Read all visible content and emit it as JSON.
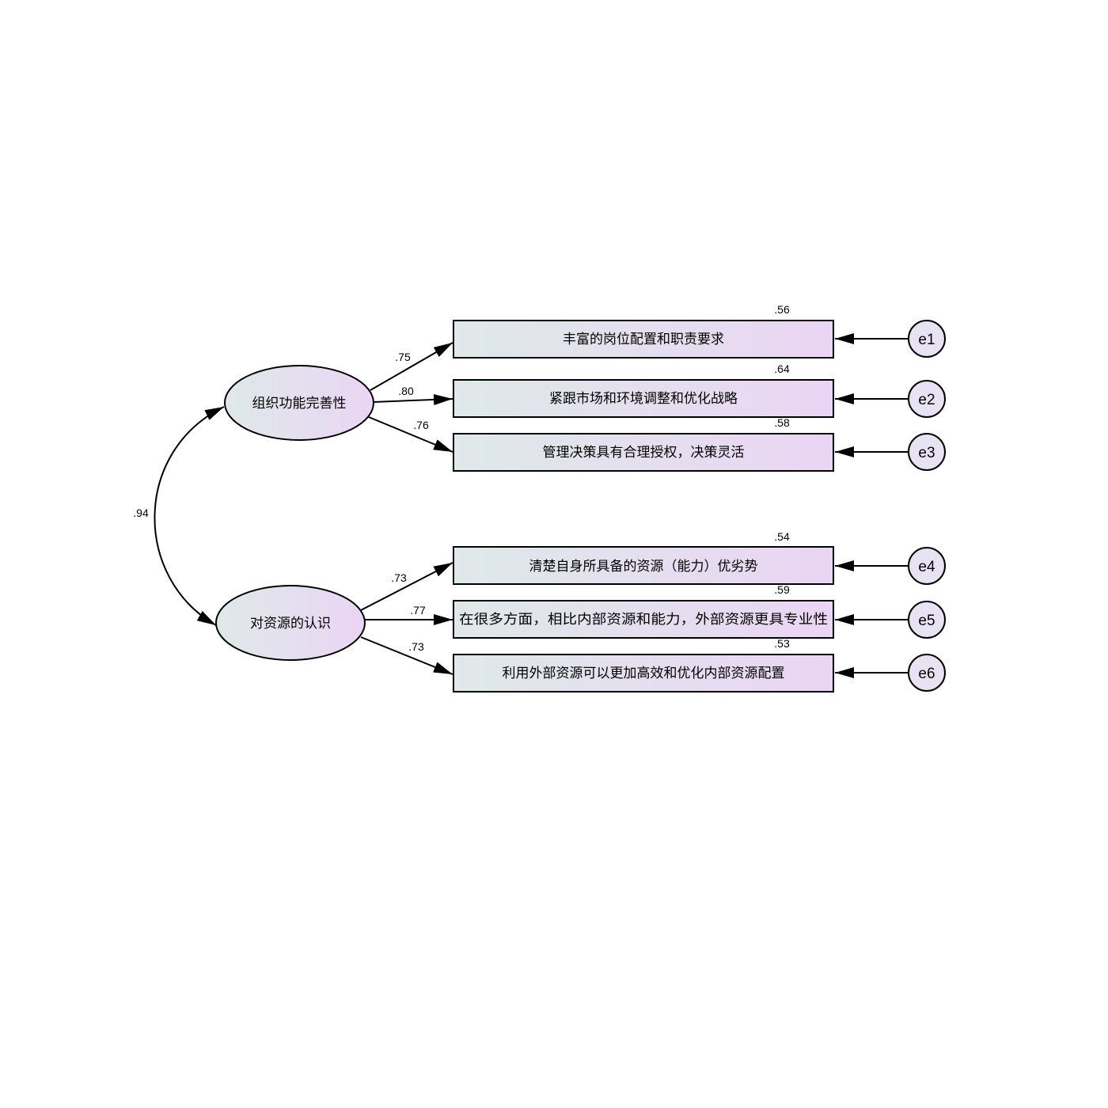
{
  "latents": [
    {
      "id": "F1",
      "label": "组织功能完善性"
    },
    {
      "id": "F2",
      "label": "对资源的认识"
    }
  ],
  "correlation": {
    "value": ".94"
  },
  "indicators": [
    {
      "label": "丰富的岗位配置和职责要求",
      "loading": ".75",
      "r2": ".56",
      "error": "e1"
    },
    {
      "label": "紧跟市场和环境调整和优化战略",
      "loading": ".80",
      "r2": ".64",
      "error": "e2"
    },
    {
      "label": "管理决策具有合理授权，决策灵活",
      "loading": ".76",
      "r2": ".58",
      "error": "e3"
    },
    {
      "label": "清楚自身所具备的资源（能力）优劣势",
      "loading": ".73",
      "r2": ".54",
      "error": "e4"
    },
    {
      "label": "在很多方面，相比内部资源和能力，外部资源更具专业性",
      "loading": ".77",
      "r2": ".59",
      "error": "e5"
    },
    {
      "label": "利用外部资源可以更加高效和优化内部资源配置",
      "loading": ".73",
      "r2": ".53",
      "error": "e6"
    }
  ],
  "colors": {
    "fill_start": "#dfe9e9",
    "fill_end": "#ead5f4",
    "stroke": "#000000"
  }
}
